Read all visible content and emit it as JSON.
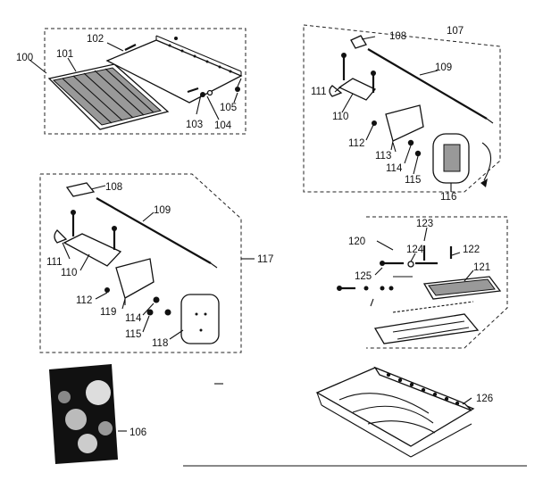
{
  "diagram": {
    "callouts": [
      "100",
      "101",
      "102",
      "103",
      "104",
      "105",
      "106",
      "107",
      "108",
      "109",
      "110",
      "111",
      "112",
      "113",
      "114",
      "115",
      "116",
      "117",
      "108",
      "109",
      "111",
      "110",
      "112",
      "119",
      "114",
      "115",
      "118",
      "120",
      "123",
      "124",
      "122",
      "125",
      "121",
      "126"
    ]
  }
}
